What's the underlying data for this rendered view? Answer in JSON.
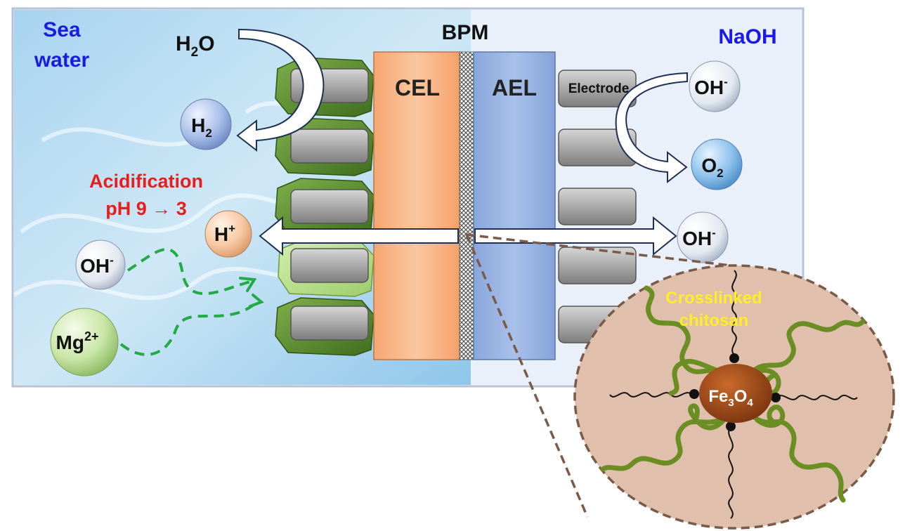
{
  "labels": {
    "seawater_line1": "Sea",
    "seawater_line2": "water",
    "naoh": "NaOH",
    "bpm": "BPM",
    "cel": "CEL",
    "ael": "AEL",
    "electrode": "Electrode",
    "acidification": "Acidification",
    "ph_change": "pH 9 → 3",
    "crosslinked": "Crosslinked",
    "chitosan": "chitosan"
  },
  "species": {
    "h2o_base": "H",
    "h2o_sub": "2",
    "h2o_tail": "O",
    "h2_base": "H",
    "h2_sub": "2",
    "o2_base": "O",
    "o2_sub": "2",
    "oh_base": "OH",
    "oh_sup": "-",
    "h_base": "H",
    "h_sup": "+",
    "mg_base": "Mg",
    "mg_sup": "2+",
    "fe_base": "Fe",
    "fe_sub1": "3",
    "fe_mid": "O",
    "fe_sub2": "4"
  },
  "colors": {
    "seawater_text": "#1a1ae6",
    "naoh_text": "#1a1ae6",
    "acid_text": "#e61e1e",
    "cel_fill": "#f9b888",
    "ael_fill": "#9bb5e6",
    "chitosan_text": "#ffee22",
    "chitosan_chain": "#6b8e23",
    "zoom_fill": "#e0bfad",
    "fe3o4_fill": "#9a4a1a",
    "flow_arrow": "#22aa44"
  }
}
